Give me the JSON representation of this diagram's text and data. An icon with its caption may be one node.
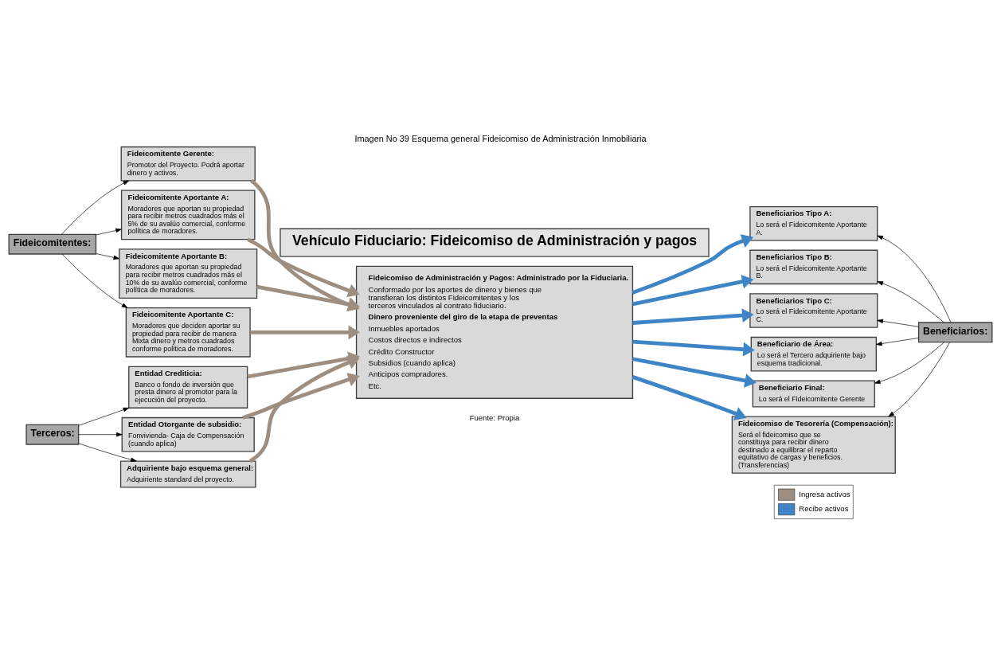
{
  "diagram": {
    "title": "Imagen No 39 Esquema general Fideicomiso de Administración Inmobiliaria",
    "caption": "Fuente: Propia",
    "nodes": [
      {
        "text": [
          "Vehículo Fiduciario: Fideicomiso de Administración y pagos"
        ]
      },
      {
        "text": [
          "Fideicomitentes:"
        ]
      },
      {
        "text": [
          "Fideicomitente Gerente:",
          "Promotor del Proyecto. Podrá aportar dinero y activos."
        ]
      },
      {
        "text": [
          "Fideicomitente Aportante A:",
          "Moradores que aportan su propiedad para recibir metros cuadrados más el 5% de su avalúo comercial, conforme política de moradores."
        ]
      },
      {
        "text": [
          "Fideicomitente Aportante B:",
          "Moradores que aportan su propiedad para recibir metros cuadrados más el 10% de su avalúo comercial, conforme política de moradores."
        ]
      },
      {
        "text": [
          "Fideicomitente Aportante C:",
          "Moradores que deciden aportar su propiedad para recibir de manera Mixta dinero y metros cuadrados conforme política de moradores."
        ]
      },
      {
        "text": [
          "Terceros:"
        ]
      },
      {
        "text": [
          "Entidad Crediticia:",
          "Banco o fondo de inversión que presta dinero al promotor para la ejecución del proyecto."
        ]
      },
      {
        "text": [
          "Entidad Otorgante de subsidio:",
          "Fonvivienda- Caja de Compensación (cuando aplica)"
        ]
      },
      {
        "text": [
          "Adquiriente bajo esquema general:",
          "Adquiriente standard del proyecto."
        ]
      },
      {
        "text": [
          "Fideicomiso de Administración y Pagos: Administrado por la Fiduciaria.",
          "Conformado por los aportes de dinero y bienes que transfieran los distintos Fideicomitentes y los terceros vinculados al contrato fiduciario.",
          "Dinero proveniente del giro de la etapa de preventas",
          "Inmuebles aportados",
          "Costos directos e indirectos",
          "Crédito Constructor",
          "Subsidios (cuando aplica)",
          "Anticipos compradores.",
          "Etc."
        ]
      },
      {
        "text": [
          "Beneficiarios:"
        ]
      },
      {
        "text": [
          "Beneficiarios Tipo A:",
          "Lo será el Fideicomitente Aportante A."
        ]
      },
      {
        "text": [
          "Beneficiarios Tipo B:",
          "Lo será el Fideicomitente Aportante B."
        ]
      },
      {
        "text": [
          "Beneficiarios Tipo C:",
          "Lo será el Fideicomitente Aportante C."
        ]
      },
      {
        "text": [
          "Beneficiario de Área:",
          "Lo será el Tercero adquiriente bajo esquema tradicional."
        ]
      },
      {
        "text": [
          "Beneficiario Final:",
          "Lo será el Fideicomitente Gerente"
        ]
      },
      {
        "text": [
          "Fideicomiso de Tesorería (Compensación):",
          "Será el fideicomiso que se constituya para recibir dinero destinado a equilibrar el reparto equitativo de cargas y beneficios. (Transferencias)"
        ]
      }
    ],
    "edges": [
      {
        "from": 1,
        "to": 2,
        "arrow": "to"
      },
      {
        "from": 1,
        "to": 3,
        "arrow": "to"
      },
      {
        "from": 1,
        "to": 4,
        "arrow": "to"
      },
      {
        "from": 1,
        "to": 5,
        "arrow": "to"
      },
      {
        "from": 6,
        "to": 7,
        "arrow": "to"
      },
      {
        "from": 6,
        "to": 8,
        "arrow": "to"
      },
      {
        "from": 6,
        "to": 9,
        "arrow": "to"
      },
      {
        "from": 2,
        "to": 10,
        "arrow": "to",
        "style": "thick",
        "color": "#9e8e80"
      },
      {
        "from": 3,
        "to": 10,
        "arrow": "to",
        "style": "thick",
        "color": "#9e8e80"
      },
      {
        "from": 4,
        "to": 10,
        "arrow": "to",
        "style": "thick",
        "color": "#9e8e80"
      },
      {
        "from": 5,
        "to": 10,
        "arrow": "to",
        "style": "thick",
        "color": "#9e8e80"
      },
      {
        "from": 7,
        "to": 10,
        "arrow": "to",
        "style": "thick",
        "color": "#9e8e80"
      },
      {
        "from": 8,
        "to": 10,
        "arrow": "to",
        "style": "thick",
        "color": "#9e8e80"
      },
      {
        "from": 9,
        "to": 10,
        "arrow": "to",
        "style": "thick",
        "color": "#9e8e80"
      },
      {
        "from": 10,
        "to": 12,
        "arrow": "to",
        "style": "thick",
        "color": "#3d85c6"
      },
      {
        "from": 10,
        "to": 13,
        "arrow": "to",
        "style": "thick",
        "color": "#3d85c6"
      },
      {
        "from": 10,
        "to": 14,
        "arrow": "to",
        "style": "thick",
        "color": "#3d85c6"
      },
      {
        "from": 10,
        "to": 15,
        "arrow": "to",
        "style": "thick",
        "color": "#3d85c6"
      },
      {
        "from": 10,
        "to": 16,
        "arrow": "to",
        "style": "thick",
        "color": "#3d85c6"
      },
      {
        "from": 10,
        "to": 17,
        "arrow": "to",
        "style": "thick",
        "color": "#3d85c6"
      },
      {
        "from": 11,
        "to": 12,
        "arrow": "to"
      },
      {
        "from": 11,
        "to": 13,
        "arrow": "to"
      },
      {
        "from": 11,
        "to": 14,
        "arrow": "to"
      },
      {
        "from": 11,
        "to": 15,
        "arrow": "to"
      },
      {
        "from": 11,
        "to": 16,
        "arrow": "to"
      },
      {
        "from": 11,
        "to": 17,
        "arrow": "to"
      }
    ],
    "legend": [
      {
        "text": "Ingresa activos",
        "color": "#9e8e80"
      },
      {
        "text": "Recibe activos",
        "color": "#3d85c6"
      }
    ]
  }
}
